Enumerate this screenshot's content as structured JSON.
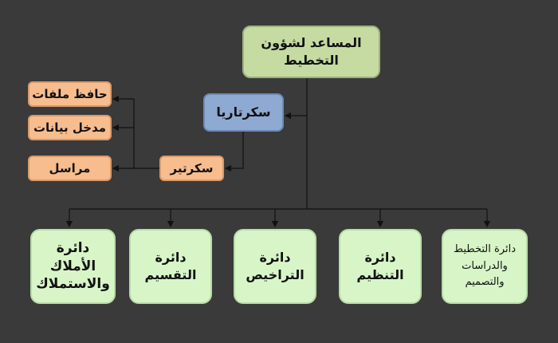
{
  "diagram": {
    "root": {
      "line1": "المساعد لشؤون",
      "line2": "التخطيط"
    },
    "secretariat": "سكرتاريا",
    "secretary": "سكرتير",
    "staff": [
      {
        "label": "حافظ ملفات"
      },
      {
        "label": "مدخل بيانات"
      },
      {
        "label": "مراسل"
      }
    ],
    "departments": [
      {
        "lines": [
          "دائرة",
          "الأملاك",
          "والاستملاك"
        ]
      },
      {
        "lines": [
          "دائرة",
          "التقسيم"
        ]
      },
      {
        "lines": [
          "دائرة",
          "التراخيص"
        ]
      },
      {
        "lines": [
          "دائرة",
          "التنظيم"
        ]
      },
      {
        "lines": [
          "دائرة التخطيط",
          "والدراسات",
          "والتصميم"
        ]
      }
    ],
    "colors": {
      "background": "#3a3a3a",
      "root": "#c5dba2",
      "secretariat": "#8ea9d2",
      "staff": "#f7bd8e",
      "departments": "#d8f5c7",
      "connector": "#111111"
    }
  }
}
